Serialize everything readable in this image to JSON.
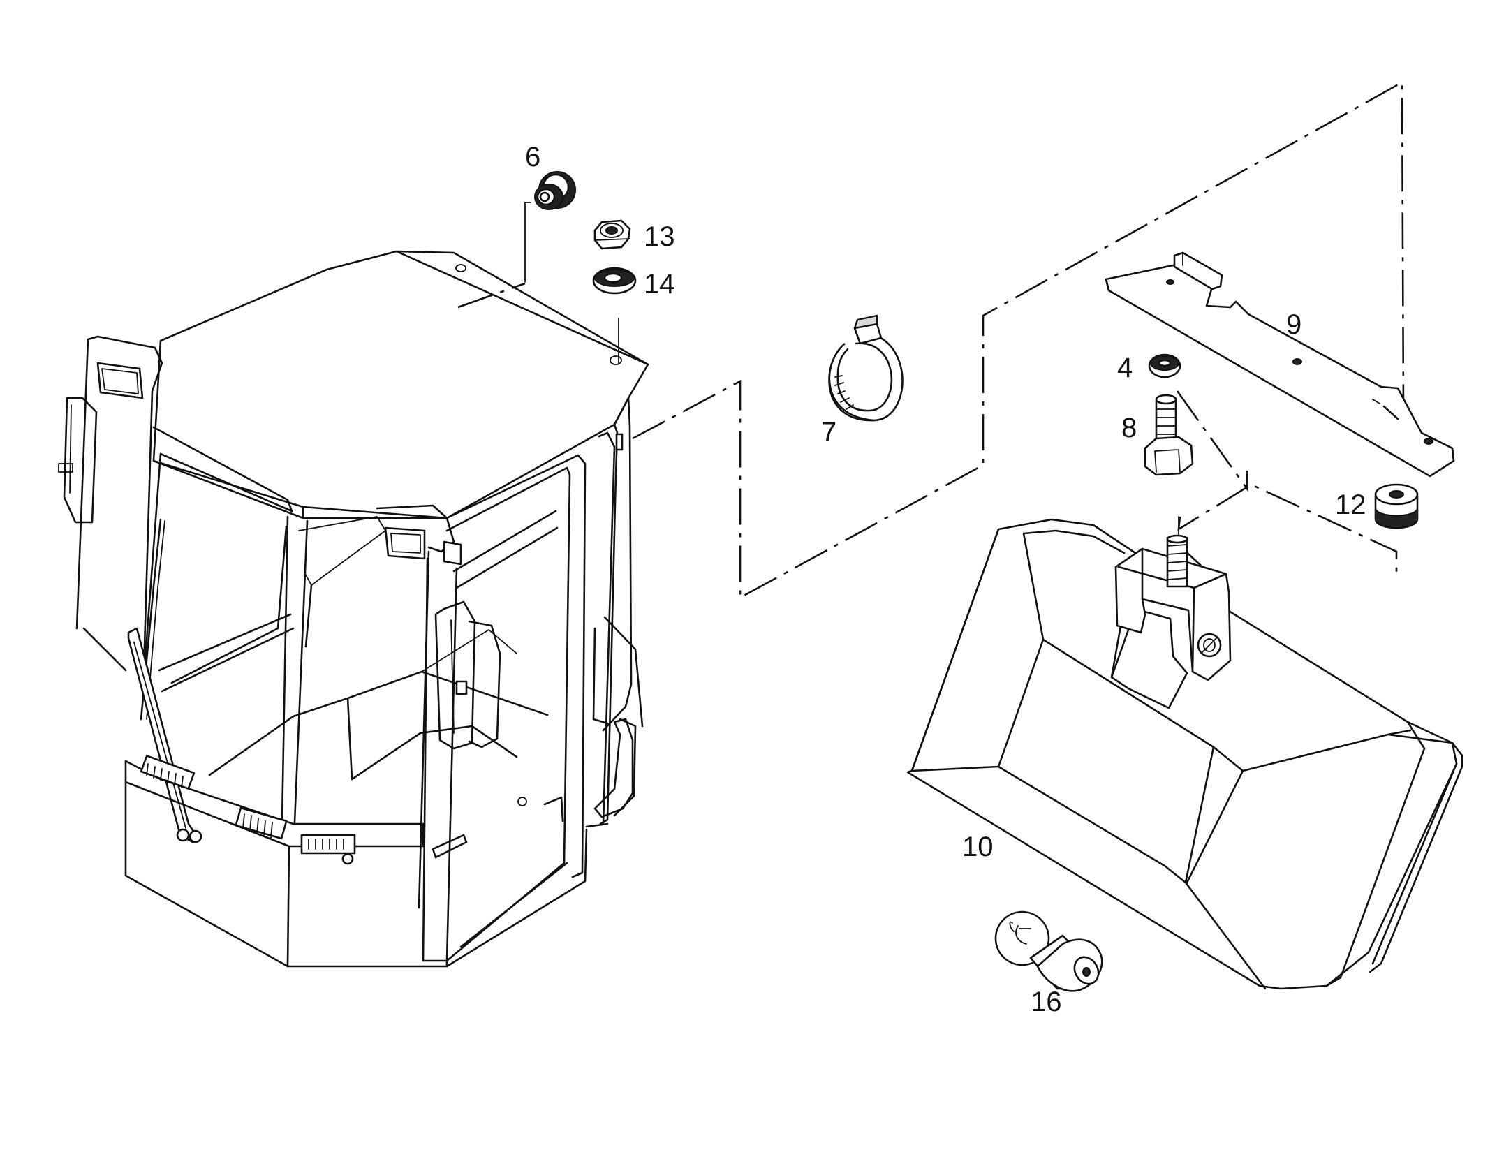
{
  "callouts": {
    "part_6": "6",
    "part_13": "13",
    "part_14": "14",
    "part_7": "7",
    "part_9": "9",
    "part_4": "4",
    "part_8": "8",
    "part_12": "12",
    "part_10": "10",
    "part_16": "16"
  },
  "colors": {
    "line": "#111111",
    "background": "#ffffff",
    "shade": "#d9d9d9"
  }
}
